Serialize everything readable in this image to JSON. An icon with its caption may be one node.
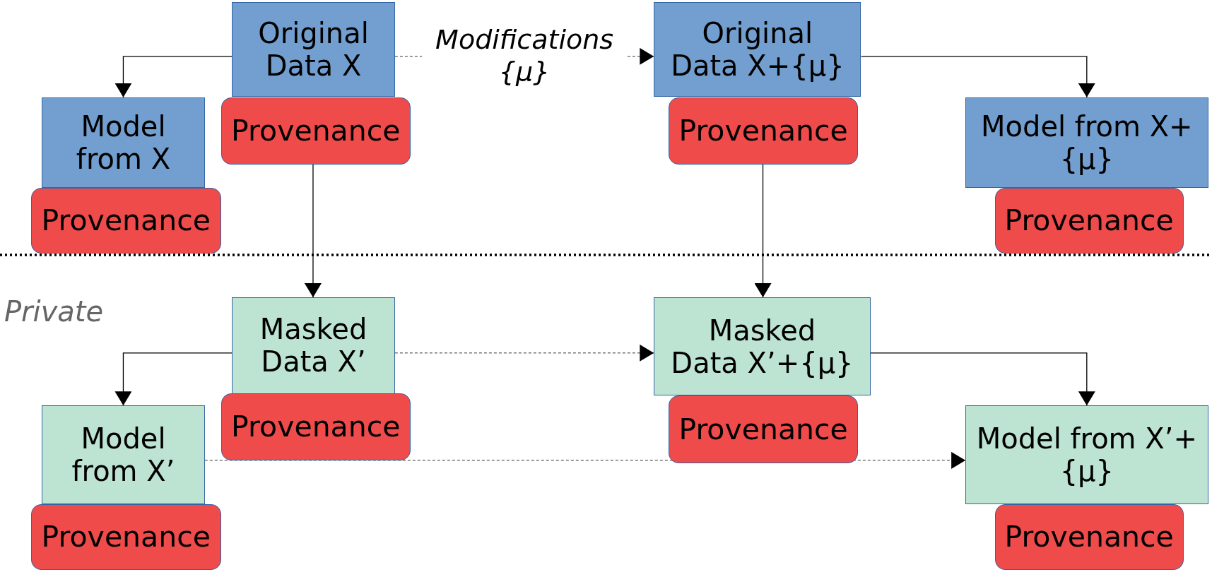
{
  "diagram": {
    "nodes": [
      {
        "text": [
          "Original Data X"
        ]
      },
      {
        "text": [
          "Provenance"
        ]
      },
      {
        "text": [
          "Original Data X+{μ}"
        ]
      },
      {
        "text": [
          "Provenance"
        ]
      },
      {
        "text": [
          "Model from X"
        ]
      },
      {
        "text": [
          "Provenance"
        ]
      },
      {
        "text": [
          "Model from X+{μ}"
        ]
      },
      {
        "text": [
          "Provenance"
        ]
      },
      {
        "text": [
          "Masked Data X’"
        ]
      },
      {
        "text": [
          "Provenance"
        ]
      },
      {
        "text": [
          "Masked Data X’+{μ}"
        ]
      },
      {
        "text": [
          "Provenance"
        ]
      },
      {
        "text": [
          "Model from X’"
        ]
      },
      {
        "text": [
          "Provenance"
        ]
      },
      {
        "text": [
          "Model from X’+{μ}"
        ]
      },
      {
        "text": [
          "Provenance"
        ]
      }
    ],
    "edges": [
      {
        "from": 0,
        "to": 4,
        "arrow": "to"
      },
      {
        "from": 0,
        "to": 2,
        "arrow": "to",
        "label": "Modifications {μ}",
        "style": "dashed"
      },
      {
        "from": 2,
        "to": 6,
        "arrow": "to"
      },
      {
        "from": 1,
        "to": 8,
        "arrow": "to"
      },
      {
        "from": 3,
        "to": 10,
        "arrow": "to"
      },
      {
        "from": 8,
        "to": 12,
        "arrow": "to"
      },
      {
        "from": 8,
        "to": 10,
        "arrow": "to",
        "style": "dashed"
      },
      {
        "from": 10,
        "to": 14,
        "arrow": "to"
      },
      {
        "from": 12,
        "to": 14,
        "arrow": "to",
        "style": "dashed"
      }
    ],
    "labels": [
      "Private"
    ]
  }
}
